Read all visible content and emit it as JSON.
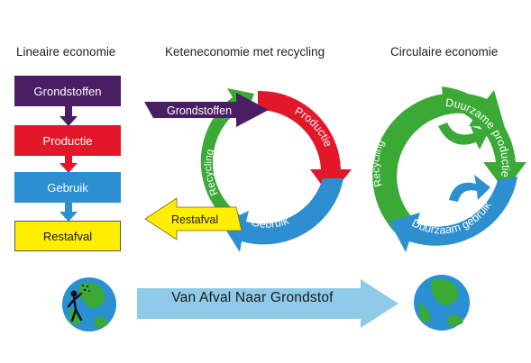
{
  "titles": {
    "linear": "Lineaire economie",
    "chain": "Keteneconomie met recycling",
    "circular": "Circulaire economie"
  },
  "linear_steps": [
    "Grondstoffen",
    "Productie",
    "Gebruik",
    "Restafval"
  ],
  "chain_labels": {
    "input": "Grondstoffen",
    "production": "Productie",
    "use": "Gebruik",
    "recycling": "Recycling",
    "waste": "Restafval"
  },
  "circular_labels": {
    "recycling": "Recycling",
    "production": "Duurzame productie",
    "use": "Duurzaam gebruik"
  },
  "banner": "Van Afval Naar Grondstof",
  "colors": {
    "purple": "#4a1e63",
    "red": "#e3172a",
    "blue": "#2d8fd0",
    "yellow": "#ffee00",
    "green": "#3aa935",
    "light_blue": "#8fcbe8"
  },
  "icons": [
    "globe-icon",
    "person-throwing-waste-icon",
    "globe-icon"
  ]
}
